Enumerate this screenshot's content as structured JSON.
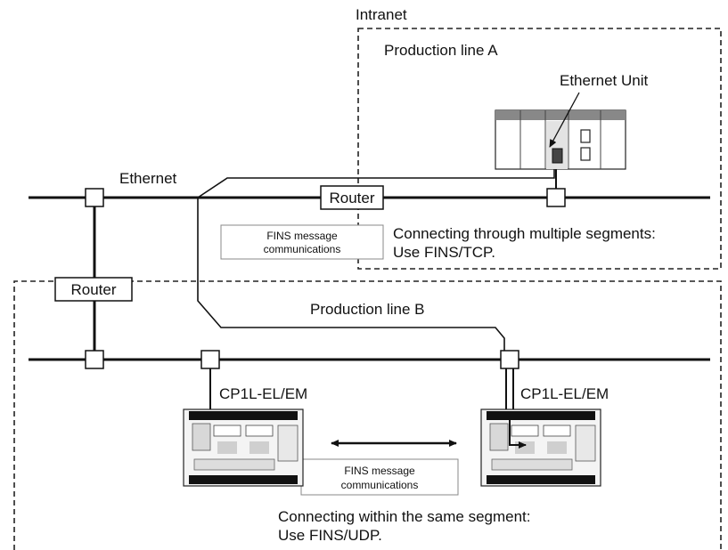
{
  "labels": {
    "intranet": "Intranet",
    "production_line_a": "Production line A",
    "ethernet_unit": "Ethernet Unit",
    "ethernet": "Ethernet",
    "router_top": "Router",
    "router_left": "Router",
    "fins_msg_top_line1": "FINS message",
    "fins_msg_top_line2": "communications",
    "multi_segment_line1": "Connecting through multiple segments:",
    "multi_segment_line2": "Use FINS/TCP.",
    "production_line_b": "Production line B",
    "cp1l_left": "CP1L-EL/EM",
    "cp1l_right": "CP1L-EL/EM",
    "fins_msg_bottom_line1": "FINS message",
    "fins_msg_bottom_line2": "communications",
    "same_segment_line1": "Connecting within the same segment:",
    "same_segment_line2": "Use FINS/UDP."
  }
}
